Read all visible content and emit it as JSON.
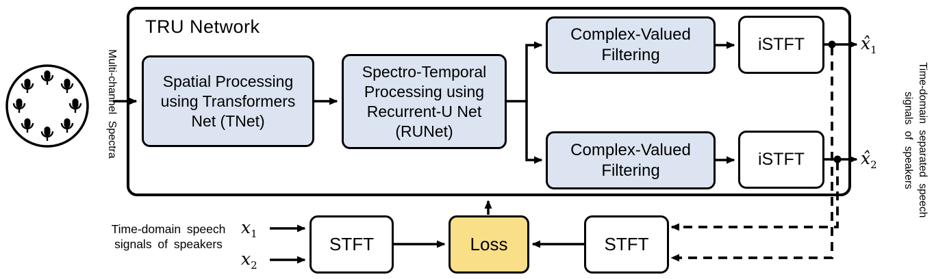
{
  "diagram": {
    "title": "TRU Network",
    "colors": {
      "background": "#ffffff",
      "stroke": "#000000",
      "block_fill": "#dce4f1",
      "loss_fill": "#f8df88"
    },
    "input": {
      "mic_array_icon": "mic-array-circle",
      "mic_count": 8,
      "label_vertical": "Multi-channel Spectra"
    },
    "blocks": {
      "tnet": {
        "lines": [
          "Spatial Processing",
          "using Transformers",
          "Net (TNet)"
        ]
      },
      "runet": {
        "lines": [
          "Spectro-Temporal",
          "Processing using",
          "Recurrent-U Net",
          "(RUNet)"
        ]
      },
      "cvf_top": {
        "lines": [
          "Complex-Valued",
          "Filtering"
        ]
      },
      "cvf_bottom": {
        "lines": [
          "Complex-Valued",
          "Filtering"
        ]
      },
      "istft_top": {
        "label": "iSTFT"
      },
      "istft_bottom": {
        "label": "iSTFT"
      },
      "stft_inputs": {
        "label": "STFT"
      },
      "loss": {
        "label": "Loss"
      },
      "stft_outputs": {
        "label": "STFT"
      }
    },
    "outputs": {
      "xhat1": {
        "base": "x̂",
        "sub": "1"
      },
      "xhat2": {
        "base": "x̂",
        "sub": "2"
      },
      "label_vertical_line1": "Time-domain separated speech",
      "label_vertical_line2": "signals of speakers"
    },
    "references": {
      "caption_line1": "Time-domain speech",
      "caption_line2": "signals of speakers",
      "x1": {
        "base": "x",
        "sub": "1"
      },
      "x2": {
        "base": "x",
        "sub": "2"
      }
    }
  }
}
